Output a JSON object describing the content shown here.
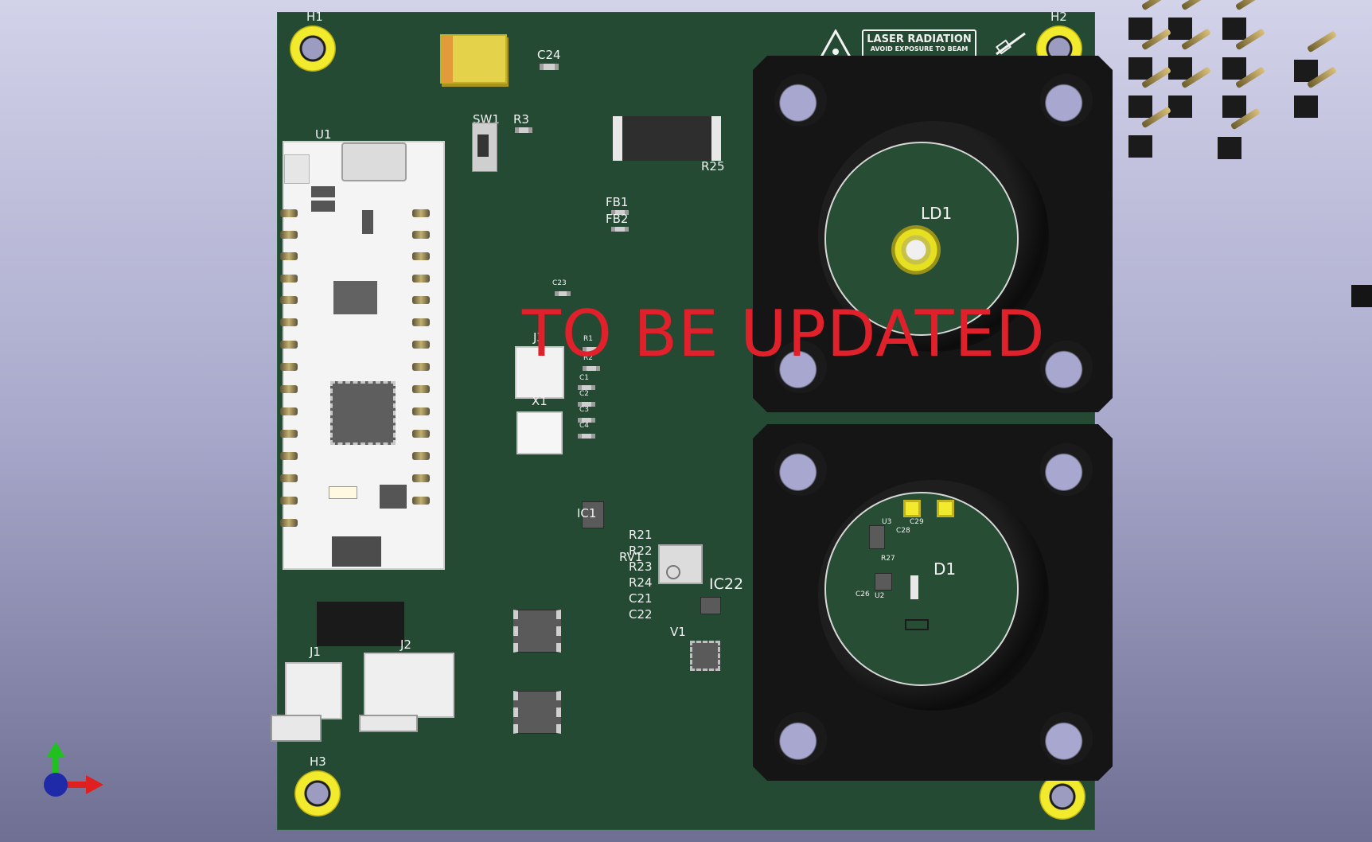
{
  "watermark": "TO BE UPDATED",
  "colors": {
    "board": "#244a33",
    "silkscreen": "#f2f2f2",
    "watermark": "#e0202a",
    "pad_gold": "#f2ea2c",
    "background_top": "#d2d2e9",
    "background_bottom": "#6f6f93"
  },
  "warning": {
    "title": "LASER RADIATION",
    "subtitle": "AVOID EXPOSURE TO BEAM"
  },
  "refs": {
    "H1": "H1",
    "H2": "H2",
    "H3": "H3",
    "C24": "C24",
    "SW1": "SW1",
    "R3": "R3",
    "R25": "R25",
    "U1": "U1",
    "FB1": "FB1",
    "FB2": "FB2",
    "C23": "C23",
    "J3": "J3",
    "R1": "R1",
    "R2": "R2",
    "C1": "C1",
    "C2": "C2",
    "C3": "C3",
    "C4": "C4",
    "X1": "X1",
    "IC1": "IC1",
    "R21": "R21",
    "RV1": "RV1",
    "R22": "R22",
    "R23": "R23",
    "R24": "R24",
    "C21": "C21",
    "C22": "C22",
    "IC22": "IC22",
    "V1": "V1",
    "J1": "J1",
    "J2": "J2",
    "LD1": "LD1",
    "D1": "D1",
    "U3": "U3",
    "U2": "U2",
    "C28": "C28",
    "C29": "C29",
    "R27": "R27",
    "C26": "C26"
  },
  "axes_gizmo": {
    "icon": "xyz-axes-icon",
    "x_color": "#e02020",
    "y_color": "#20c020",
    "z_color": "#2020c0"
  }
}
